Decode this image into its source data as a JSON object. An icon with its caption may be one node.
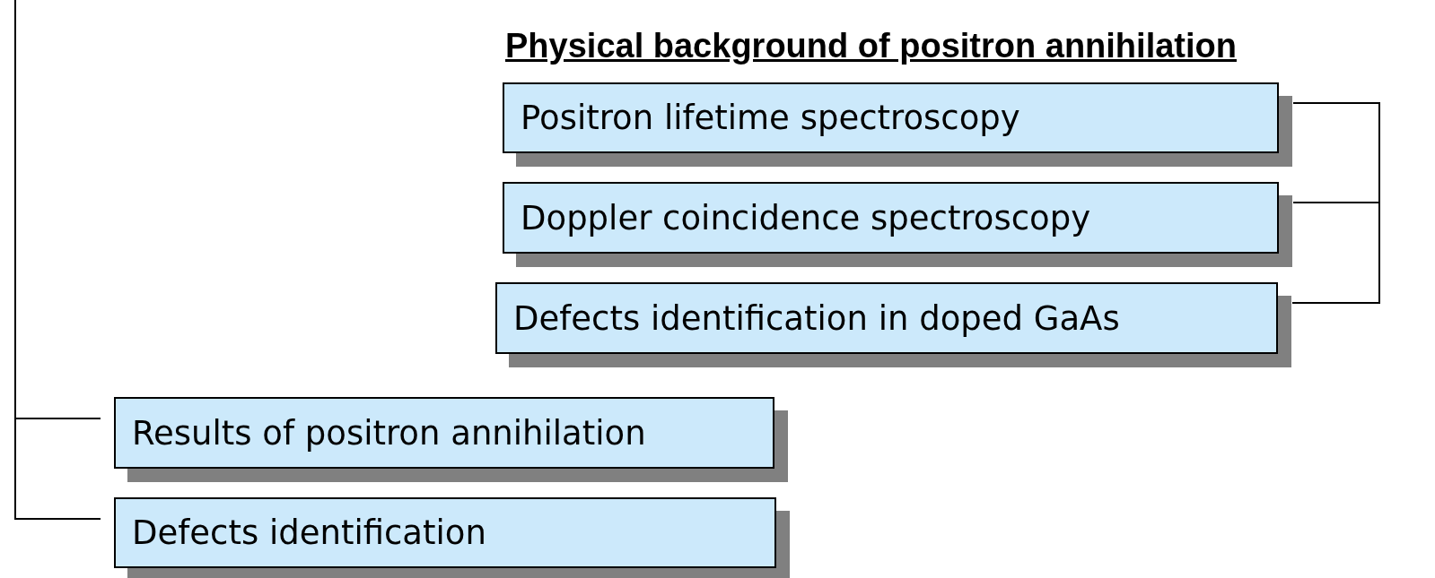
{
  "diagram": {
    "title": "Physical background of positron annihilation",
    "nodes": [
      {
        "text": [
          "Positron lifetime spectroscopy"
        ]
      },
      {
        "text": [
          "Doppler coincidence spectroscopy"
        ]
      },
      {
        "text": [
          "Defects identification in doped GaAs"
        ]
      },
      {
        "text": [
          "Results of positron annihilation"
        ]
      },
      {
        "text": [
          "Defects identification"
        ]
      }
    ],
    "edges": [
      {
        "from": 0,
        "to": 1,
        "arrow": "none"
      },
      {
        "from": 1,
        "to": 2,
        "arrow": "none"
      },
      {
        "from": null,
        "to": 3,
        "arrow": "none"
      },
      {
        "from": 3,
        "to": 4,
        "arrow": "none"
      }
    ]
  }
}
